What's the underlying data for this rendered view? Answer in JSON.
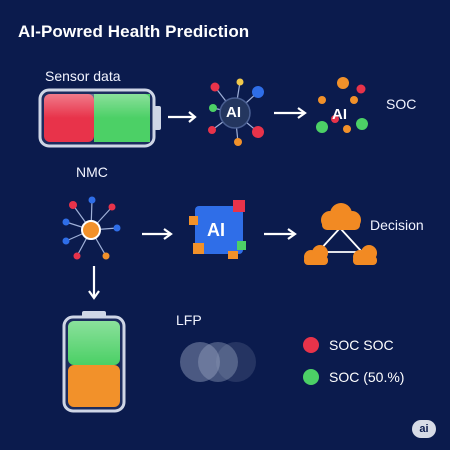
{
  "title": "AI-Powred Health Prediction",
  "labels": {
    "sensor_data": "Sensor data",
    "ai_1": "AI",
    "ai_2": "AI",
    "soc_1": "SOC",
    "nmc": "NMC",
    "ai_chip": "AI",
    "decision": "Decision",
    "lfp": "LFP"
  },
  "legend": [
    {
      "label": "SOC SOC",
      "color": "#e8334a"
    },
    {
      "label": "SOC (50.%)",
      "color": "#4cd066"
    }
  ],
  "badge": "ai",
  "colors": {
    "background": "#0b1b4d",
    "battery_red": "#e8334a",
    "battery_green": "#4cd066",
    "battery_orange": "#f2912a",
    "chip_blue": "#2f6ee8",
    "cloud_orange": "#f28a23"
  }
}
